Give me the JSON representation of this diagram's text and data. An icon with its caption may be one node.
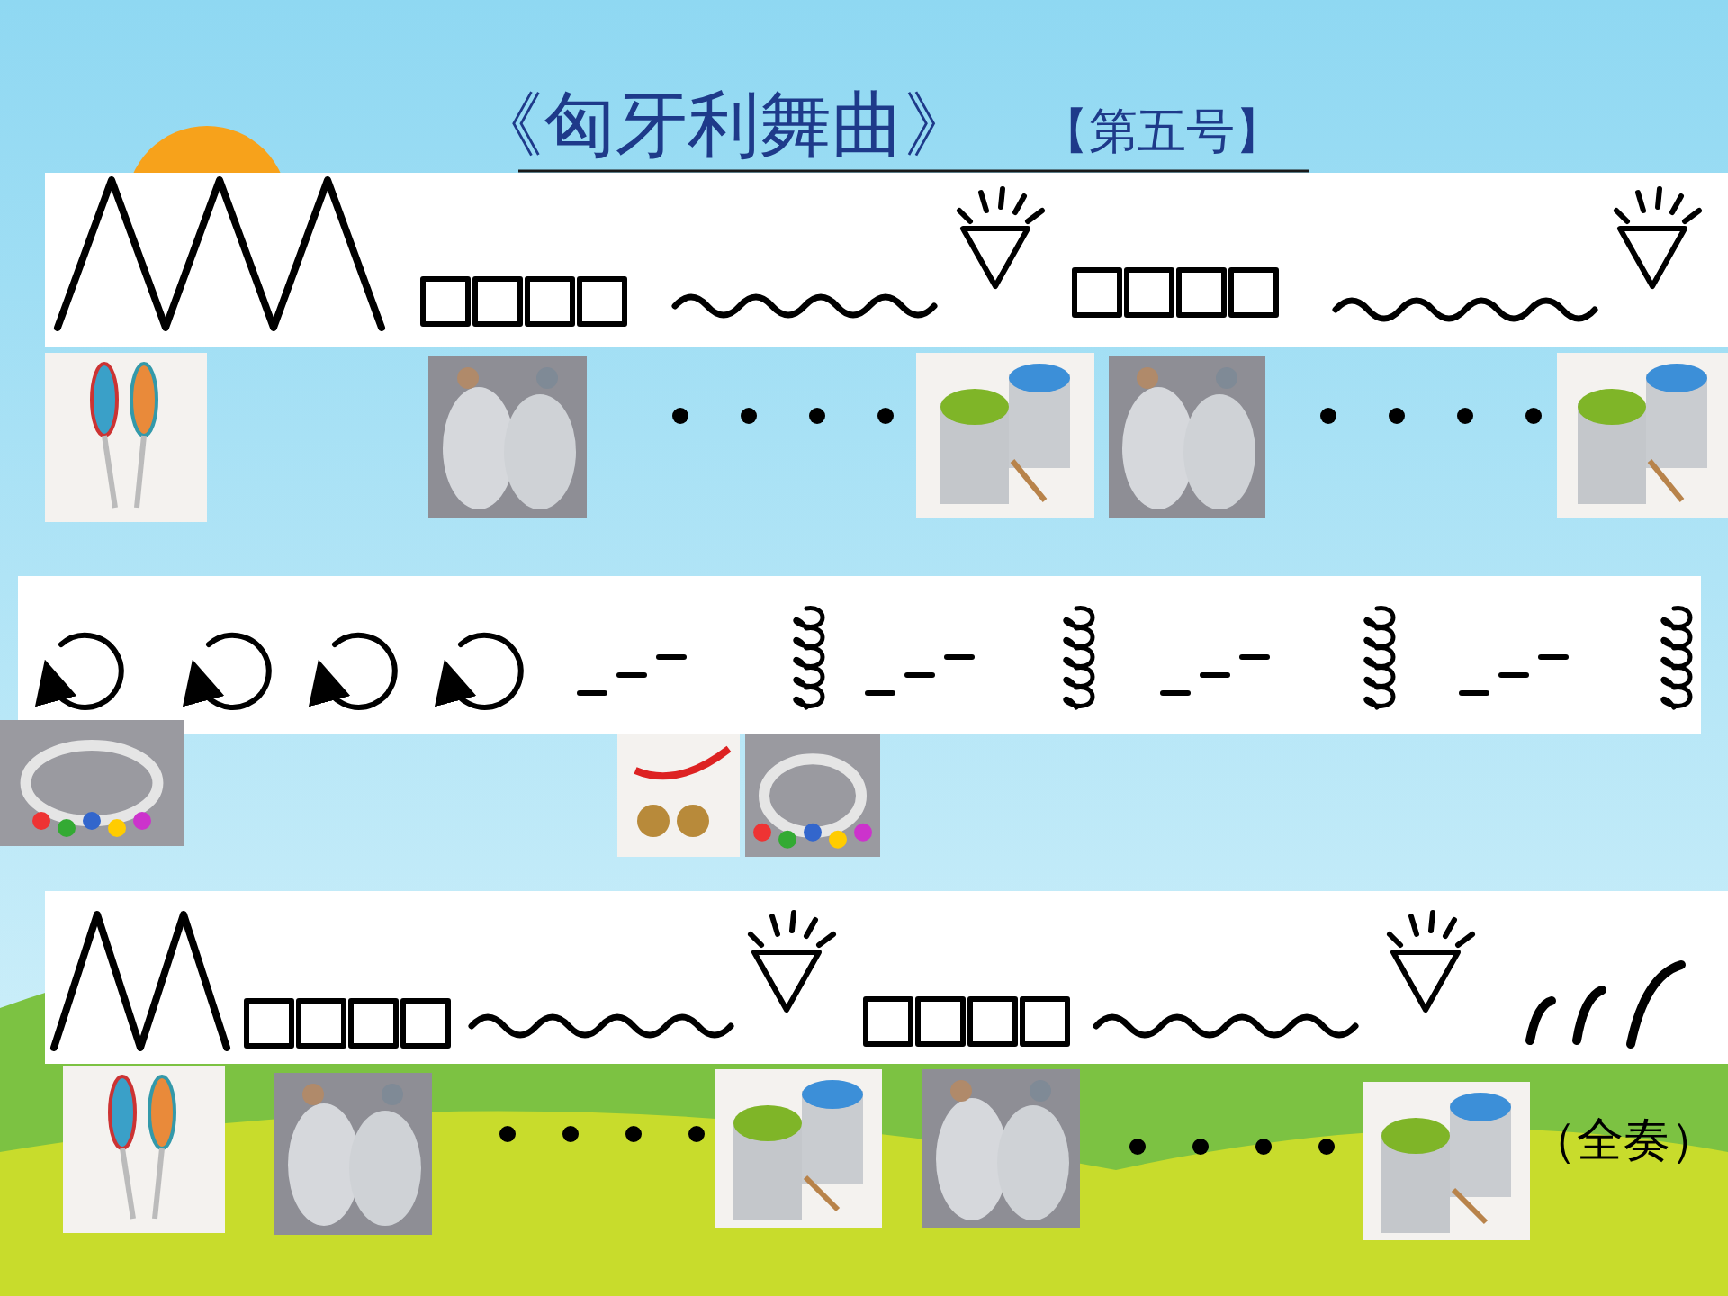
{
  "diagram": {
    "title": "《匈牙利舞曲》",
    "labels": [
      "【第五号】",
      "（全奏）"
    ]
  }
}
